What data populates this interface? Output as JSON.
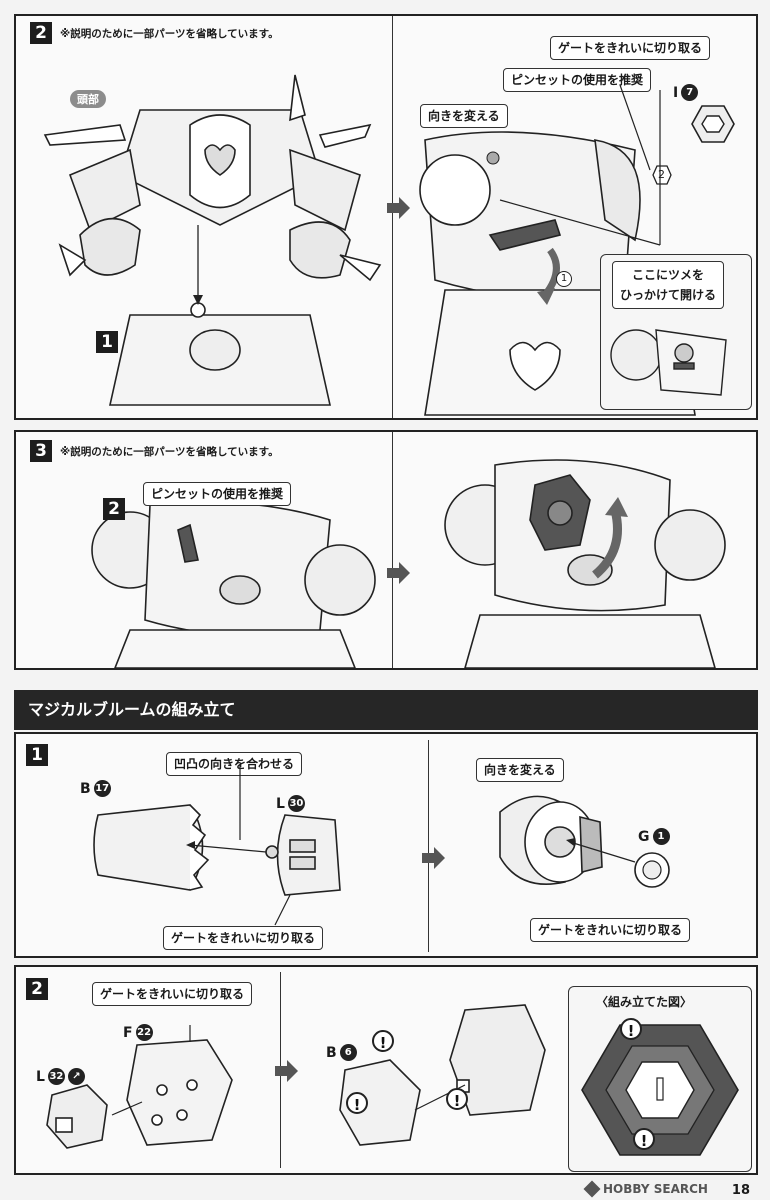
{
  "step2_top": {
    "step": "2",
    "note": "※説明のために一部パーツを省略しています。",
    "head_tag": "頭部",
    "part1": "1",
    "gate_callout": "ゲートをきれいに切り取る",
    "tweezers_callout": "ピンセットの使用を推奨",
    "turn_callout": "向きを変える",
    "part_letter": "I",
    "part_num": "7",
    "sub2": "2",
    "sub1": "1",
    "hook_callout": "ここにツメを\nひっかけて開ける"
  },
  "step3": {
    "step": "3",
    "note": "※説明のために一部パーツを省略しています。",
    "part2": "2",
    "tweezers_callout": "ピンセットの使用を推奨"
  },
  "section": {
    "title": "マジカルブルームの組み立て"
  },
  "broom1": {
    "step": "1",
    "align_callout": "凹凸の向きを合わせる",
    "partB": "B",
    "partB_num": "17",
    "partL": "L",
    "partL_num": "30",
    "gate_callout": "ゲートをきれいに切り取る",
    "turn_callout": "向きを変える",
    "partG": "G",
    "partG_num": "1",
    "gate_callout2": "ゲートをきれいに切り取る"
  },
  "broom2": {
    "step": "2",
    "gate_callout": "ゲートをきれいに切り取る",
    "partF": "F",
    "partF_num": "22",
    "partL": "L",
    "partL_num": "32",
    "partB": "B",
    "partB_num": "6",
    "warn": "!",
    "assembled_title": "〈組み立てた図〉"
  },
  "footer": {
    "logo": "HOBBY SEARCH",
    "page": "18"
  }
}
